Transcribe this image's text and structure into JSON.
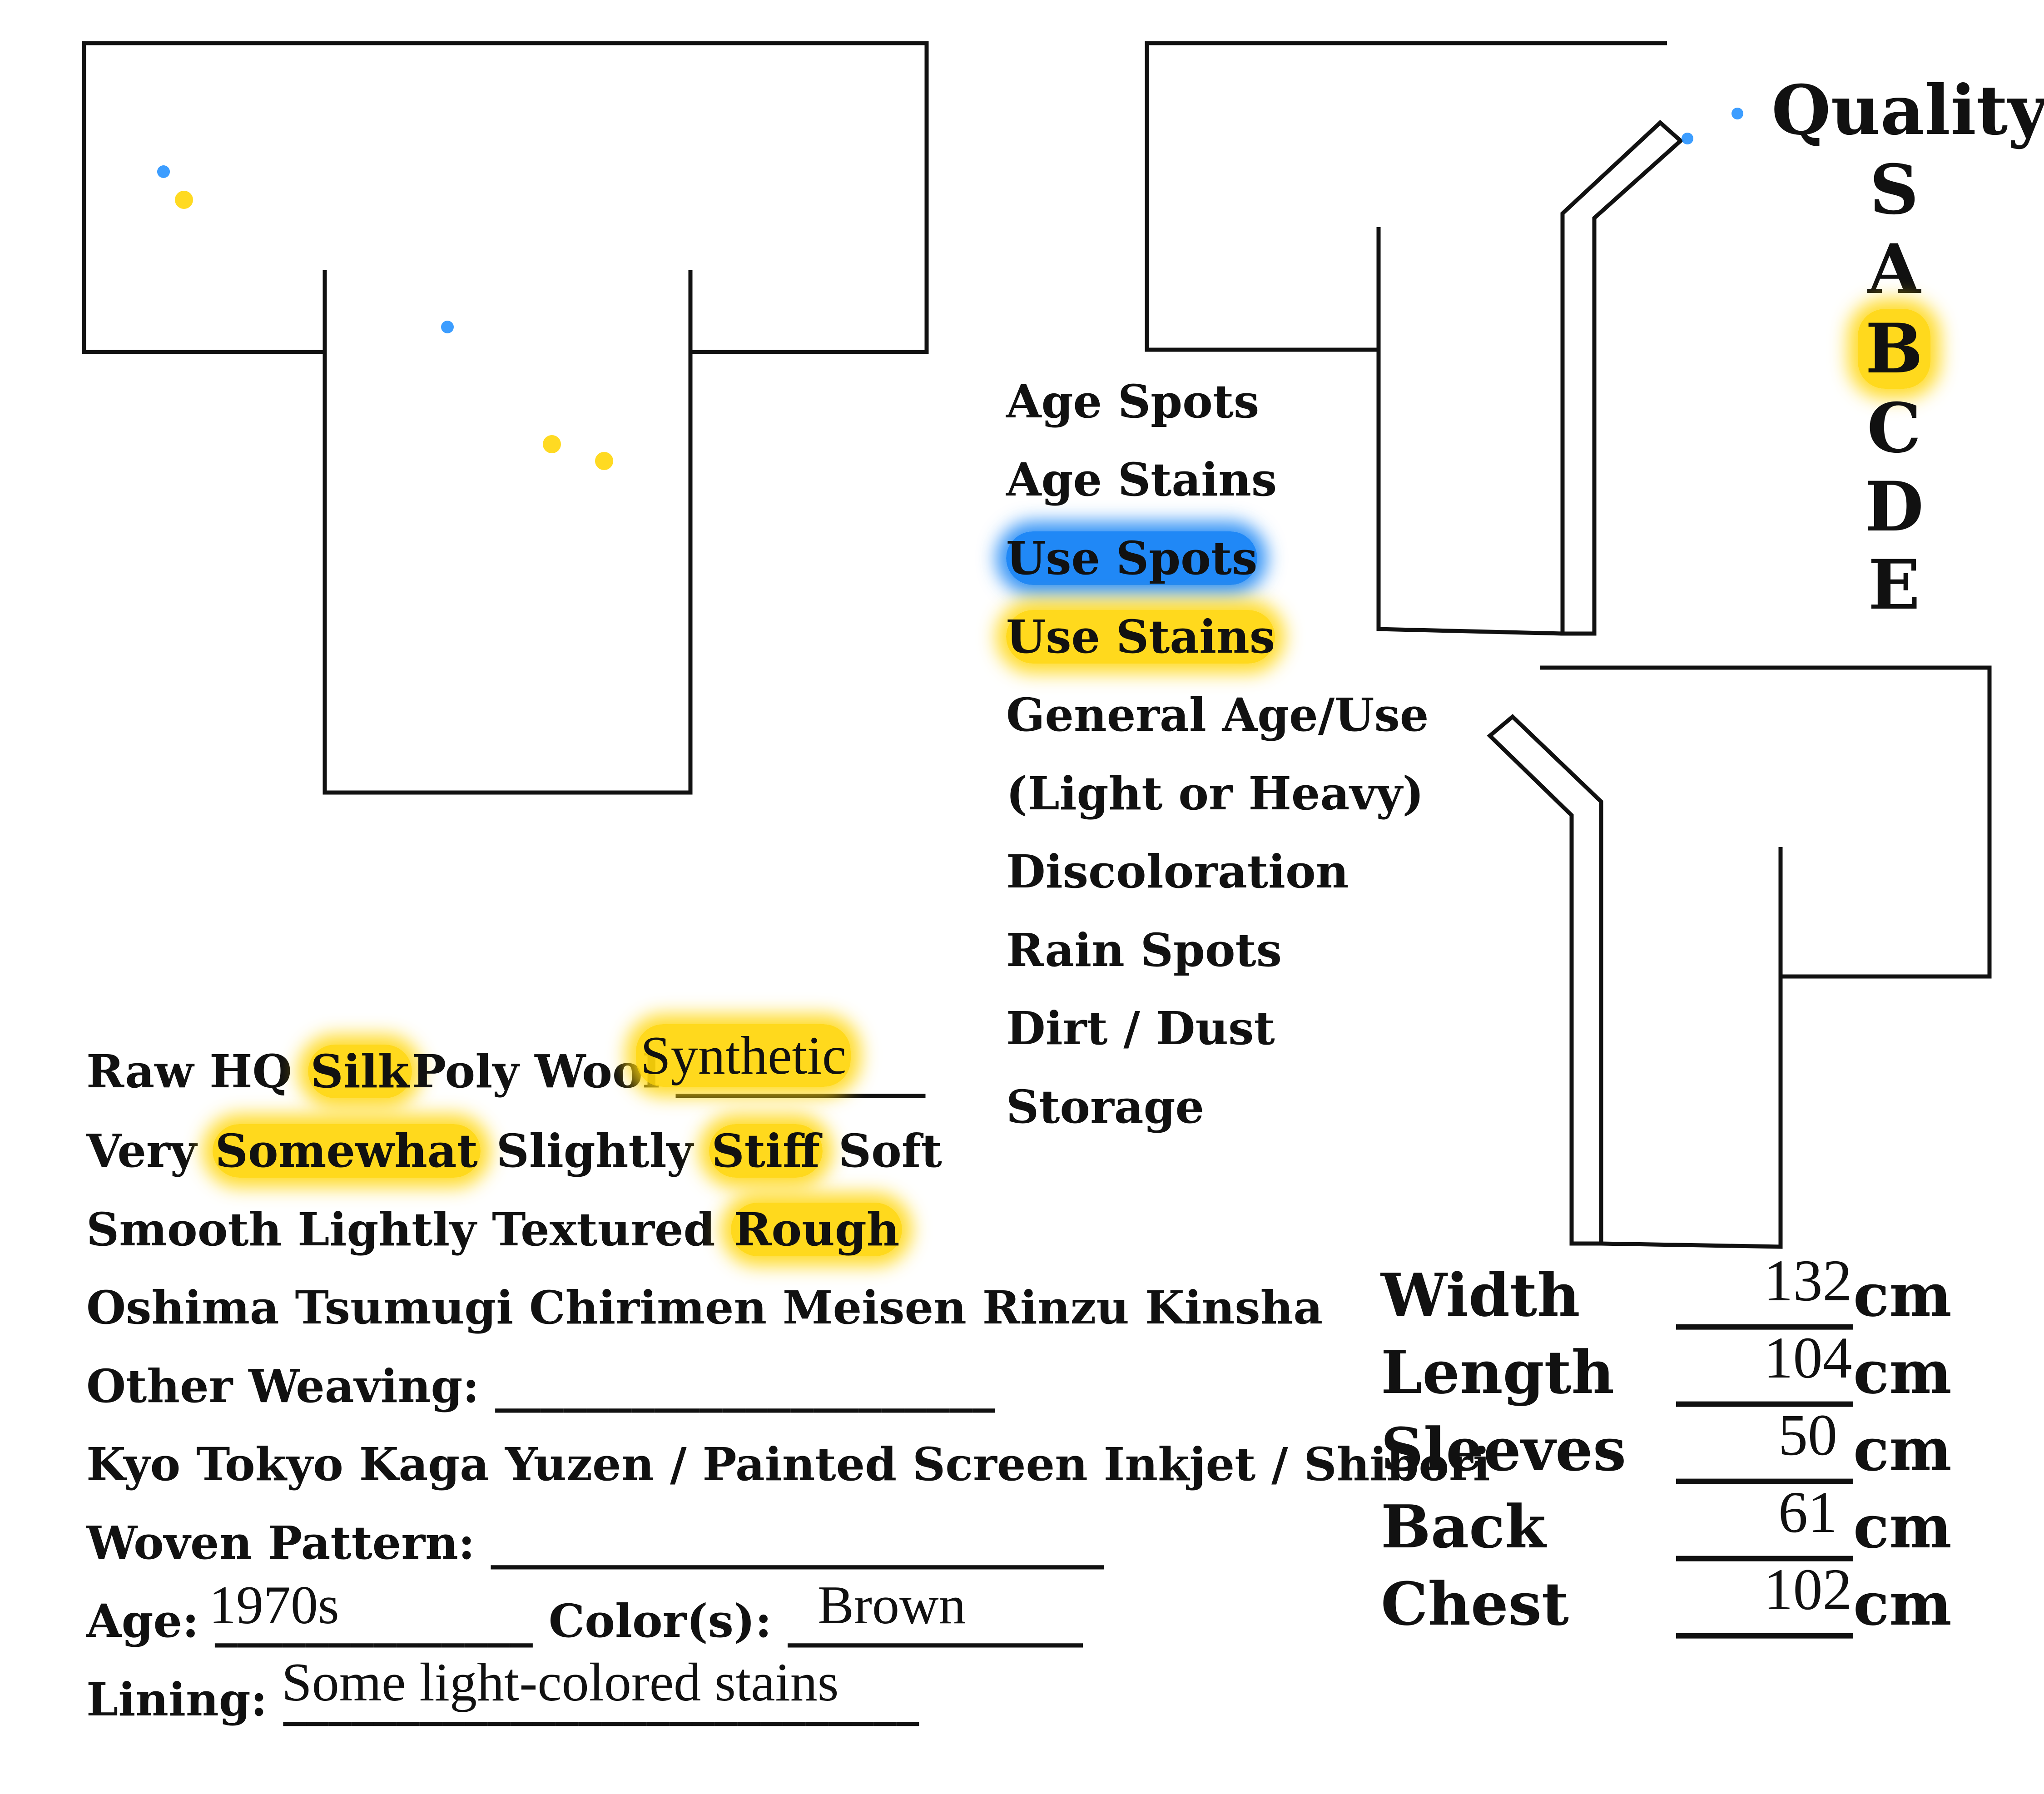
{
  "colors": {
    "use_spots_blue": "#1a8cff",
    "use_stains_yellow": "#ffd60a",
    "outline": "#111111"
  },
  "legend": {
    "items": [
      {
        "label": "Age Spots",
        "highlight": "none"
      },
      {
        "label": "Age Stains",
        "highlight": "none"
      },
      {
        "label": "Use Spots",
        "highlight": "blue"
      },
      {
        "label": "Use Stains",
        "highlight": "yellow"
      },
      {
        "label": "General Age/Use",
        "highlight": "none"
      },
      {
        "label": "(Light or Heavy)",
        "highlight": "none"
      },
      {
        "label": "Discoloration",
        "highlight": "none"
      },
      {
        "label": "Rain Spots",
        "highlight": "none"
      },
      {
        "label": "Dirt / Dust",
        "highlight": "none"
      },
      {
        "label": "Storage",
        "highlight": "none"
      }
    ]
  },
  "quality": {
    "title": "Quality",
    "grades": [
      "S",
      "A",
      "B",
      "C",
      "D",
      "E"
    ],
    "selected": "B"
  },
  "material": {
    "options": [
      "Raw",
      "HQ",
      "Silk",
      "Poly",
      "Wool"
    ],
    "selected": [
      "Silk"
    ],
    "other_blank": "___________",
    "other_value": "Synthetic"
  },
  "stiffness": {
    "options": [
      "Very",
      "Somewhat",
      "Slightly",
      "Stiff",
      "Soft"
    ],
    "selected": [
      "Somewhat",
      "Stiff"
    ]
  },
  "texture": {
    "options": [
      "Smooth",
      "Lightly Textured",
      "Rough"
    ],
    "selected": [
      "Rough"
    ]
  },
  "weaving": {
    "options_line": "Oshima Tsumugi Chirimen Meisen Rinzu Kinsha",
    "other_label": "Other Weaving:",
    "other_blank": "______________________"
  },
  "dyeing": {
    "options_line": "Kyo Tokyo Kaga Yuzen / Painted Screen Inkjet / Shibori"
  },
  "woven_pattern": {
    "label": "Woven Pattern:",
    "blank": "___________________________"
  },
  "age": {
    "label": "Age:",
    "blank": "______________",
    "value": "1970s"
  },
  "colors_field": {
    "label": "Color(s):",
    "blank": "_____________",
    "value": "Brown"
  },
  "lining": {
    "label": "Lining:",
    "blank": "____________________________",
    "value": "Some light-colored stains"
  },
  "measurements": [
    {
      "label": "Width",
      "value": "132",
      "unit": "cm",
      "blank": "______"
    },
    {
      "label": "Length",
      "value": "104",
      "unit": "cm",
      "blank": "______"
    },
    {
      "label": "Sleeves",
      "value": "50",
      "unit": "cm",
      "blank": "______"
    },
    {
      "label": "Back",
      "value": "61",
      "unit": "cm",
      "blank": "______"
    },
    {
      "label": "Chest",
      "value": "102",
      "unit": "cm",
      "blank": "______"
    }
  ],
  "damage_marks": {
    "front_view": [
      {
        "type": "blue",
        "count": 2
      },
      {
        "type": "yellow",
        "count": 3
      }
    ],
    "side_view": [
      {
        "type": "blue",
        "count": 2
      }
    ]
  }
}
